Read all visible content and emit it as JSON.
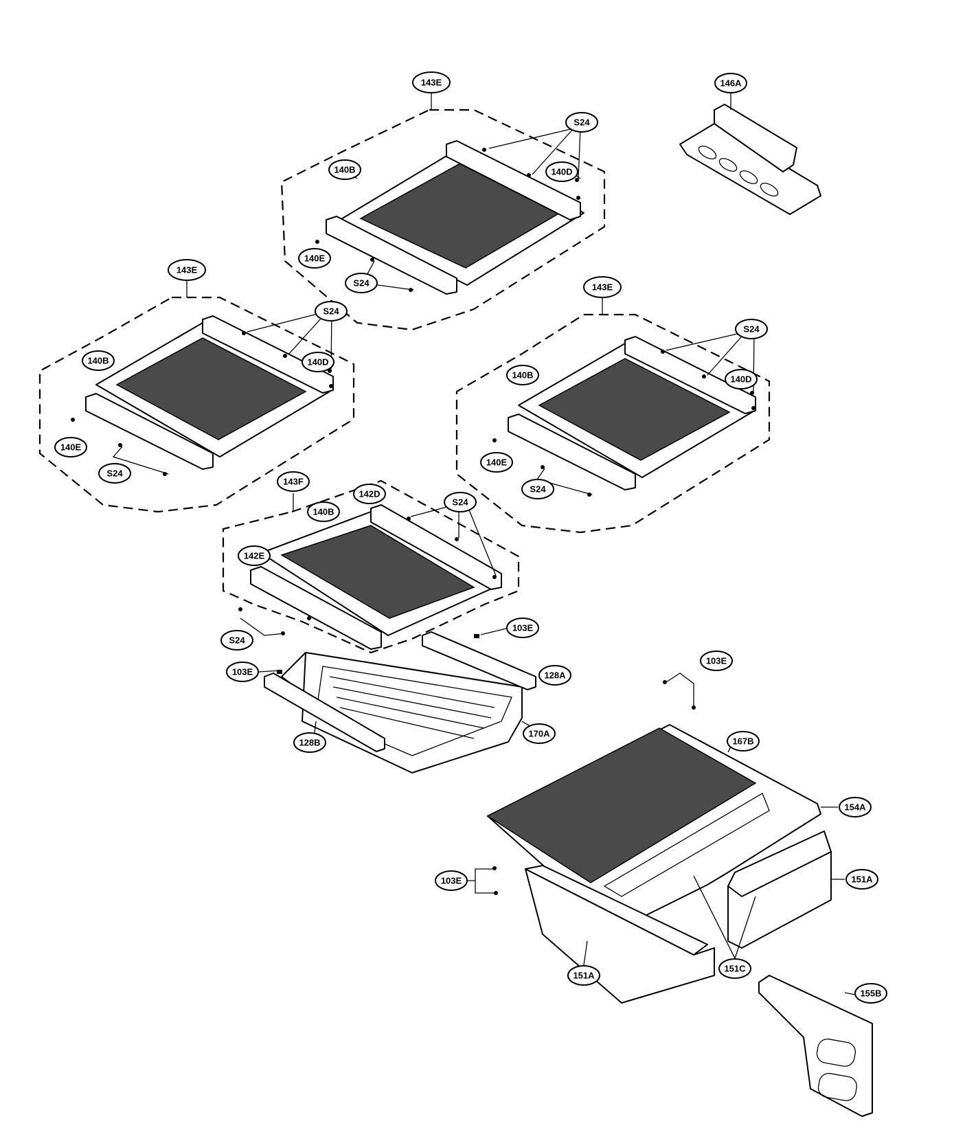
{
  "labels": {
    "l143E_top": "143E",
    "l146A": "146A",
    "lS24_a1": "S24",
    "l140B_a": "140B",
    "l140D_a": "140D",
    "l140E_a": "140E",
    "lS24_a2": "S24",
    "l143E_left": "143E",
    "lS24_b1": "S24",
    "l140B_b": "140B",
    "l140D_b": "140D",
    "l140E_b": "140E",
    "lS24_b2": "S24",
    "l143E_right": "143E",
    "lS24_c1": "S24",
    "l140B_c": "140B",
    "l140D_c": "140D",
    "l140E_c": "140E",
    "lS24_c2": "S24",
    "l143F": "143F",
    "l142D": "142D",
    "l140B_d": "140B",
    "lS24_d1": "S24",
    "l142E": "142E",
    "lS24_d2": "S24",
    "l103E_a": "103E",
    "l103E_b": "103E",
    "l128A": "128A",
    "l128B": "128B",
    "l170A": "170A",
    "l103E_c": "103E",
    "l167B": "167B",
    "l154A": "154A",
    "l103E_d": "103E",
    "l151A_r": "151A",
    "l151A_l": "151A",
    "l151C": "151C",
    "l155B": "155B"
  },
  "icons": [
    "screw-icon"
  ]
}
